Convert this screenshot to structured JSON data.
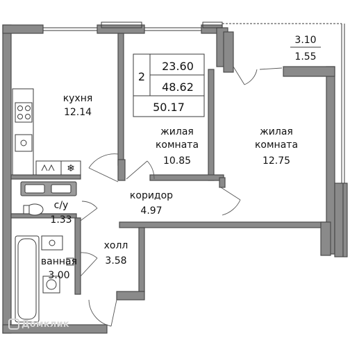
{
  "summary": {
    "rooms_count": "2",
    "living_area": "23.60",
    "total_area": "48.62",
    "total_with_balcony": "50.17"
  },
  "balcony": {
    "area_full": "3.10",
    "area_reduced": "1.55"
  },
  "rooms": {
    "kitchen": {
      "name": "кухня",
      "area": "12.14"
    },
    "living1": {
      "name_line1": "жилая",
      "name_line2": "комната",
      "area": "10.85"
    },
    "living2": {
      "name_line1": "жилая",
      "name_line2": "комната",
      "area": "12.75"
    },
    "corridor": {
      "name": "коридор",
      "area": "4.97"
    },
    "wc": {
      "name": "с/у",
      "area": "1.33"
    },
    "bathroom": {
      "name": "ванная",
      "area": "3.00"
    },
    "hall": {
      "name": "холл",
      "area": "3.58"
    }
  },
  "watermark": {
    "text": "Домклик",
    "icon": "domclick-logo-icon"
  },
  "colors": {
    "wall": "#8a8a8a",
    "line": "#3a3a3a",
    "watermark": "#d8d8d8"
  }
}
